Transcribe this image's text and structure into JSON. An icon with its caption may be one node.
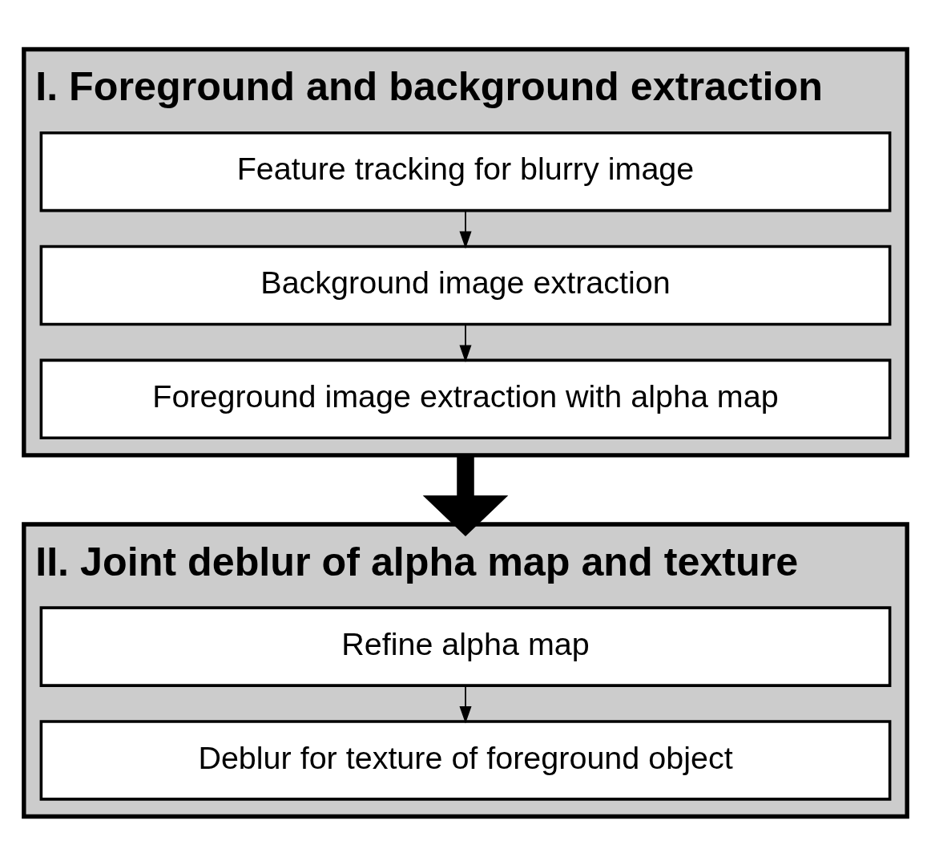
{
  "diagram": {
    "nodes": [
      {
        "text": [
          "I. Foreground and background extraction"
        ]
      },
      {
        "text": [
          "Feature tracking for blurry image"
        ],
        "in": 0
      },
      {
        "text": [
          "Background image extraction"
        ],
        "in": 0
      },
      {
        "text": [
          "Foreground image extraction with alpha map"
        ],
        "in": 0
      },
      {
        "text": [
          "II. Joint deblur of alpha map and texture"
        ]
      },
      {
        "text": [
          "Refine alpha map"
        ],
        "in": 4
      },
      {
        "text": [
          "Deblur for texture of foreground object"
        ],
        "in": 4
      }
    ],
    "edges": [
      {
        "from": 1,
        "to": 2,
        "arrow": "to"
      },
      {
        "from": 2,
        "to": 3,
        "arrow": "to"
      },
      {
        "from": 0,
        "to": 4,
        "arrow": "to",
        "style": "thick"
      },
      {
        "from": 5,
        "to": 6,
        "arrow": "to"
      }
    ]
  }
}
